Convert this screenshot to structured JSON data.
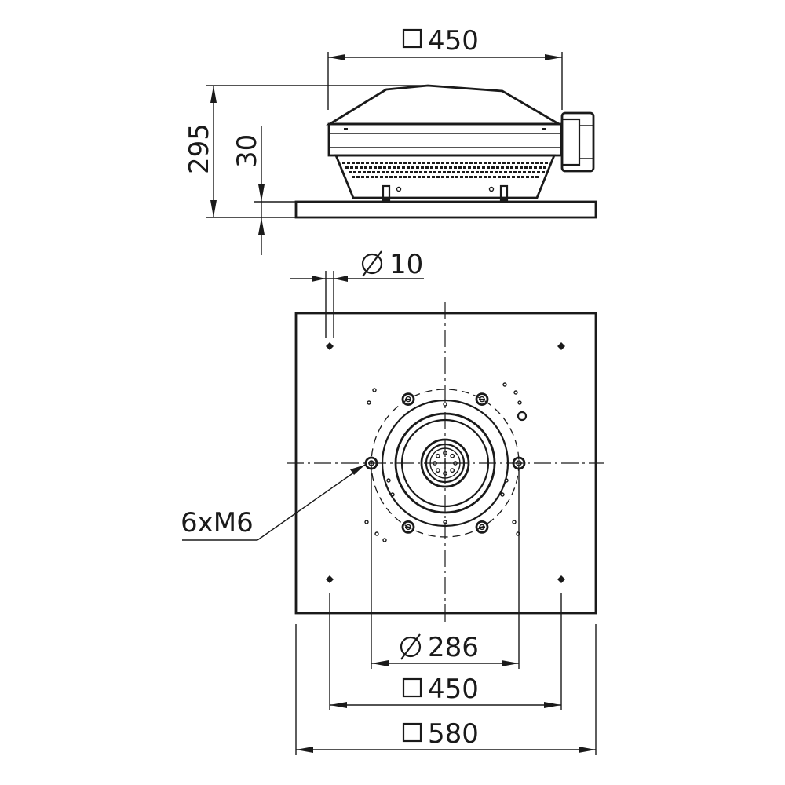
{
  "colors": {
    "line": "#1a1a1a",
    "background": "#ffffff"
  },
  "symbols": {
    "square": "□",
    "diameter": "⌀"
  },
  "side_view": {
    "width_label": "450",
    "height_label": "295",
    "flange_label": "30"
  },
  "top_view": {
    "hole_diameter_label": "10",
    "mounting_label": "6xM6",
    "bolt_circle_label": "286",
    "inner_square_label": "450",
    "outer_square_label": "580"
  }
}
